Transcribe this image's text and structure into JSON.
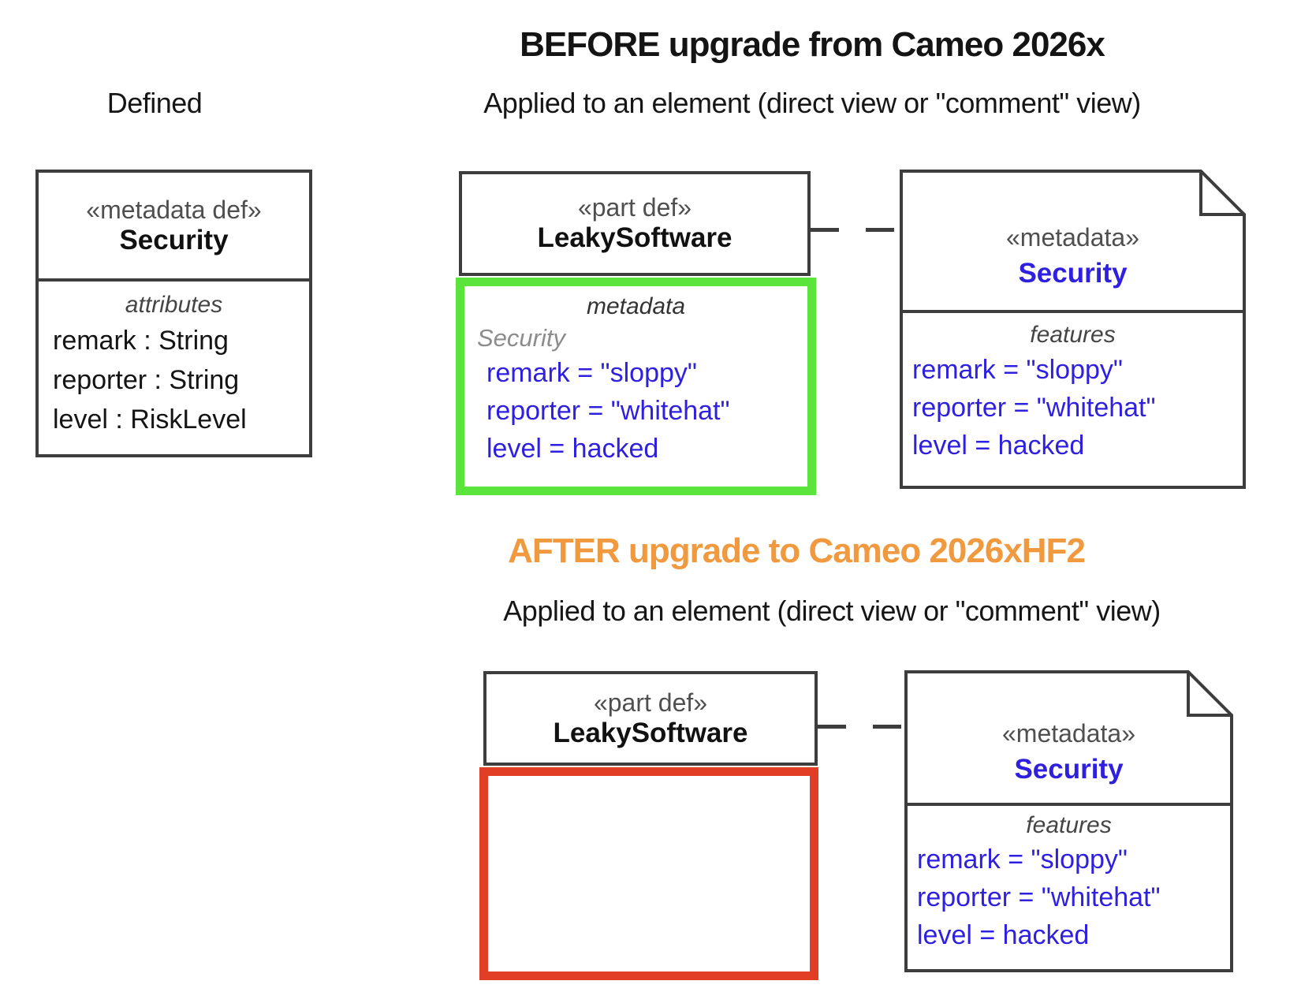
{
  "page": {
    "before_title": "BEFORE upgrade from Cameo 2026x",
    "after_title": "AFTER upgrade to Cameo 2026xHF2",
    "defined_label": "Defined",
    "applied_label_before": "Applied to an element (direct view or \"comment\" view)",
    "applied_label_after": "Applied to an element (direct view or \"comment\" view)"
  },
  "defined_box": {
    "stereotype": "«metadata def»",
    "name": "Security",
    "compartment_label": "attributes",
    "attributes": [
      "remark : String",
      "reporter : String",
      "level : RiskLevel"
    ]
  },
  "before": {
    "part_def": {
      "stereotype": "«part def»",
      "name": "LeakySoftware",
      "metadata_compartment": {
        "label": "metadata",
        "metadata_name": "Security",
        "values": [
          "remark = \"sloppy\"",
          "reporter = \"whitehat\"",
          "level = hacked"
        ]
      }
    },
    "note": {
      "stereotype": "«metadata»",
      "name": "Security",
      "compartment_label": "features",
      "values": [
        "remark = \"sloppy\"",
        "reporter = \"whitehat\"",
        "level = hacked"
      ]
    }
  },
  "after": {
    "part_def": {
      "stereotype": "«part def»",
      "name": "LeakySoftware"
    },
    "note": {
      "stereotype": "«metadata»",
      "name": "Security",
      "compartment_label": "features",
      "values": [
        "remark = \"sloppy\"",
        "reporter = \"whitehat\"",
        "level = hacked"
      ]
    }
  },
  "colors": {
    "highlight_green": "#5BE43C",
    "highlight_red": "#E23E26",
    "title_orange": "#F0993E",
    "value_blue": "#2F1FDE",
    "border_gray": "#3d3d3d"
  }
}
